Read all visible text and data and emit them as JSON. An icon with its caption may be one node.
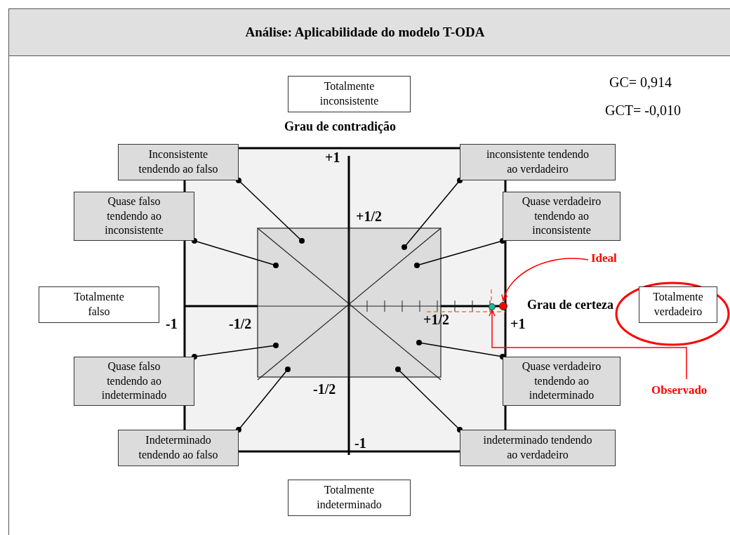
{
  "diagram": {
    "title": "Análise: Aplicabilidade do modelo T-ODA",
    "nodes": [
      {
        "text": [
          "Totalmente inconsistente"
        ]
      },
      {
        "text": [
          "Inconsistente tendendo ao falso"
        ]
      },
      {
        "text": [
          "inconsistente tendendo ao verdadeiro"
        ]
      },
      {
        "text": [
          "Quase falso tendendo ao inconsistente"
        ]
      },
      {
        "text": [
          "Quase verdadeiro tendendo ao inconsistente"
        ]
      },
      {
        "text": [
          "Totalmente falso"
        ]
      },
      {
        "text": [
          "Totalmente verdadeiro"
        ]
      },
      {
        "text": [
          "Quase falso tendendo ao indeterminado"
        ]
      },
      {
        "text": [
          "Quase verdadeiro tendendo ao indeterminado"
        ]
      },
      {
        "text": [
          "Indeterminado tendendo ao falso"
        ]
      },
      {
        "text": [
          "indeterminado tendendo ao verdadeiro"
        ]
      },
      {
        "text": [
          "Totalmente indeterminado"
        ]
      },
      {
        "text": [
          "Ideal"
        ]
      },
      {
        "text": [
          "Observado"
        ]
      },
      {
        "text": [],
        "shape": "circle"
      },
      {
        "text": [],
        "shape": "circle"
      }
    ],
    "edges": [
      {
        "from": 1,
        "to": null,
        "arrow": "other"
      },
      {
        "from": 2,
        "to": null,
        "arrow": "other"
      },
      {
        "from": 3,
        "to": null,
        "arrow": "other"
      },
      {
        "from": 4,
        "to": null,
        "arrow": "other"
      },
      {
        "from": 7,
        "to": null,
        "arrow": "other"
      },
      {
        "from": 8,
        "to": null,
        "arrow": "other"
      },
      {
        "from": 9,
        "to": null,
        "arrow": "other"
      },
      {
        "from": 10,
        "to": null,
        "arrow": "other"
      },
      {
        "from": 12,
        "to": 15,
        "arrow": "to",
        "color": "#ff0000"
      },
      {
        "from": 13,
        "to": 14,
        "arrow": "to",
        "color": "#ff0000"
      }
    ],
    "labels": [
      "GC= 0,914",
      "GCT= -0,010",
      "Grau de contradição",
      "+1",
      "+1/2",
      "Grau de certeza",
      "-1",
      "-1/2",
      "+1/2",
      "+1",
      "-1/2",
      "-1"
    ]
  }
}
